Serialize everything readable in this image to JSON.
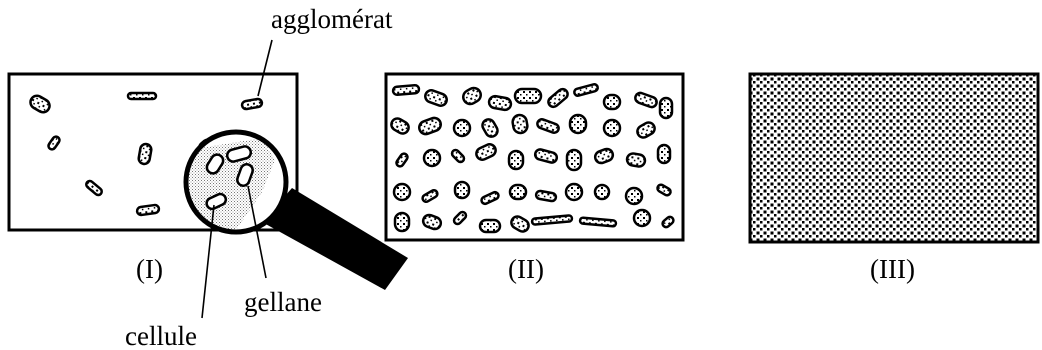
{
  "annotations": {
    "agglomerat": "agglomérat",
    "cellule": "cellule",
    "gellane": "gellane"
  },
  "panels": [
    {
      "label": "(I)"
    },
    {
      "label": "(II)"
    },
    {
      "label": "(III)"
    }
  ]
}
